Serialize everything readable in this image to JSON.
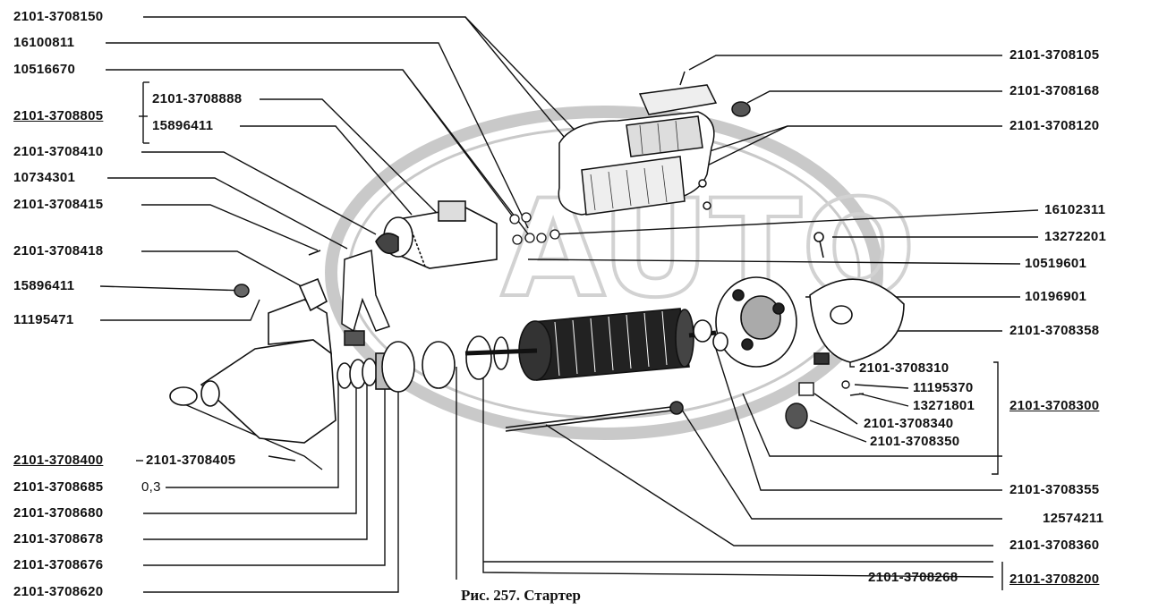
{
  "caption": "Рис. 257. Стартер",
  "watermark": "AUTO",
  "labels": {
    "l01": "2101-3708150",
    "l02": "16100811",
    "l03": "10516670",
    "l04": "2101-3708888",
    "l05": "2101-3708805",
    "l06": "15896411",
    "l07": "2101-3708410",
    "l08": "10734301",
    "l09": "2101-3708415",
    "l10": "2101-3708418",
    "l11": "15896411",
    "l12": "11195471",
    "l13": "2101-3708400",
    "l14": "2101-3708405",
    "l15": "2101-3708685",
    "l15b": "0,3",
    "l16": "2101-3708680",
    "l17": "2101-3708678",
    "l18": "2101-3708676",
    "l19": "2101-3708620",
    "r01": "2101-3708105",
    "r02": "2101-3708168",
    "r03": "2101-3708120",
    "r04": "16102311",
    "r05": "13272201",
    "r06": "10519601",
    "r07": "10196901",
    "r08": "2101-3708358",
    "r09": "2101-3708310",
    "r10": "11195370",
    "r11": "13271801",
    "r12": "2101-3708340",
    "r13": "2101-3708350",
    "r14": "2101-3708300",
    "r15": "2101-3708355",
    "r16": "12574211",
    "r17": "2101-3708360",
    "r18": "2101-3708268",
    "r19": "2101-3708200"
  }
}
